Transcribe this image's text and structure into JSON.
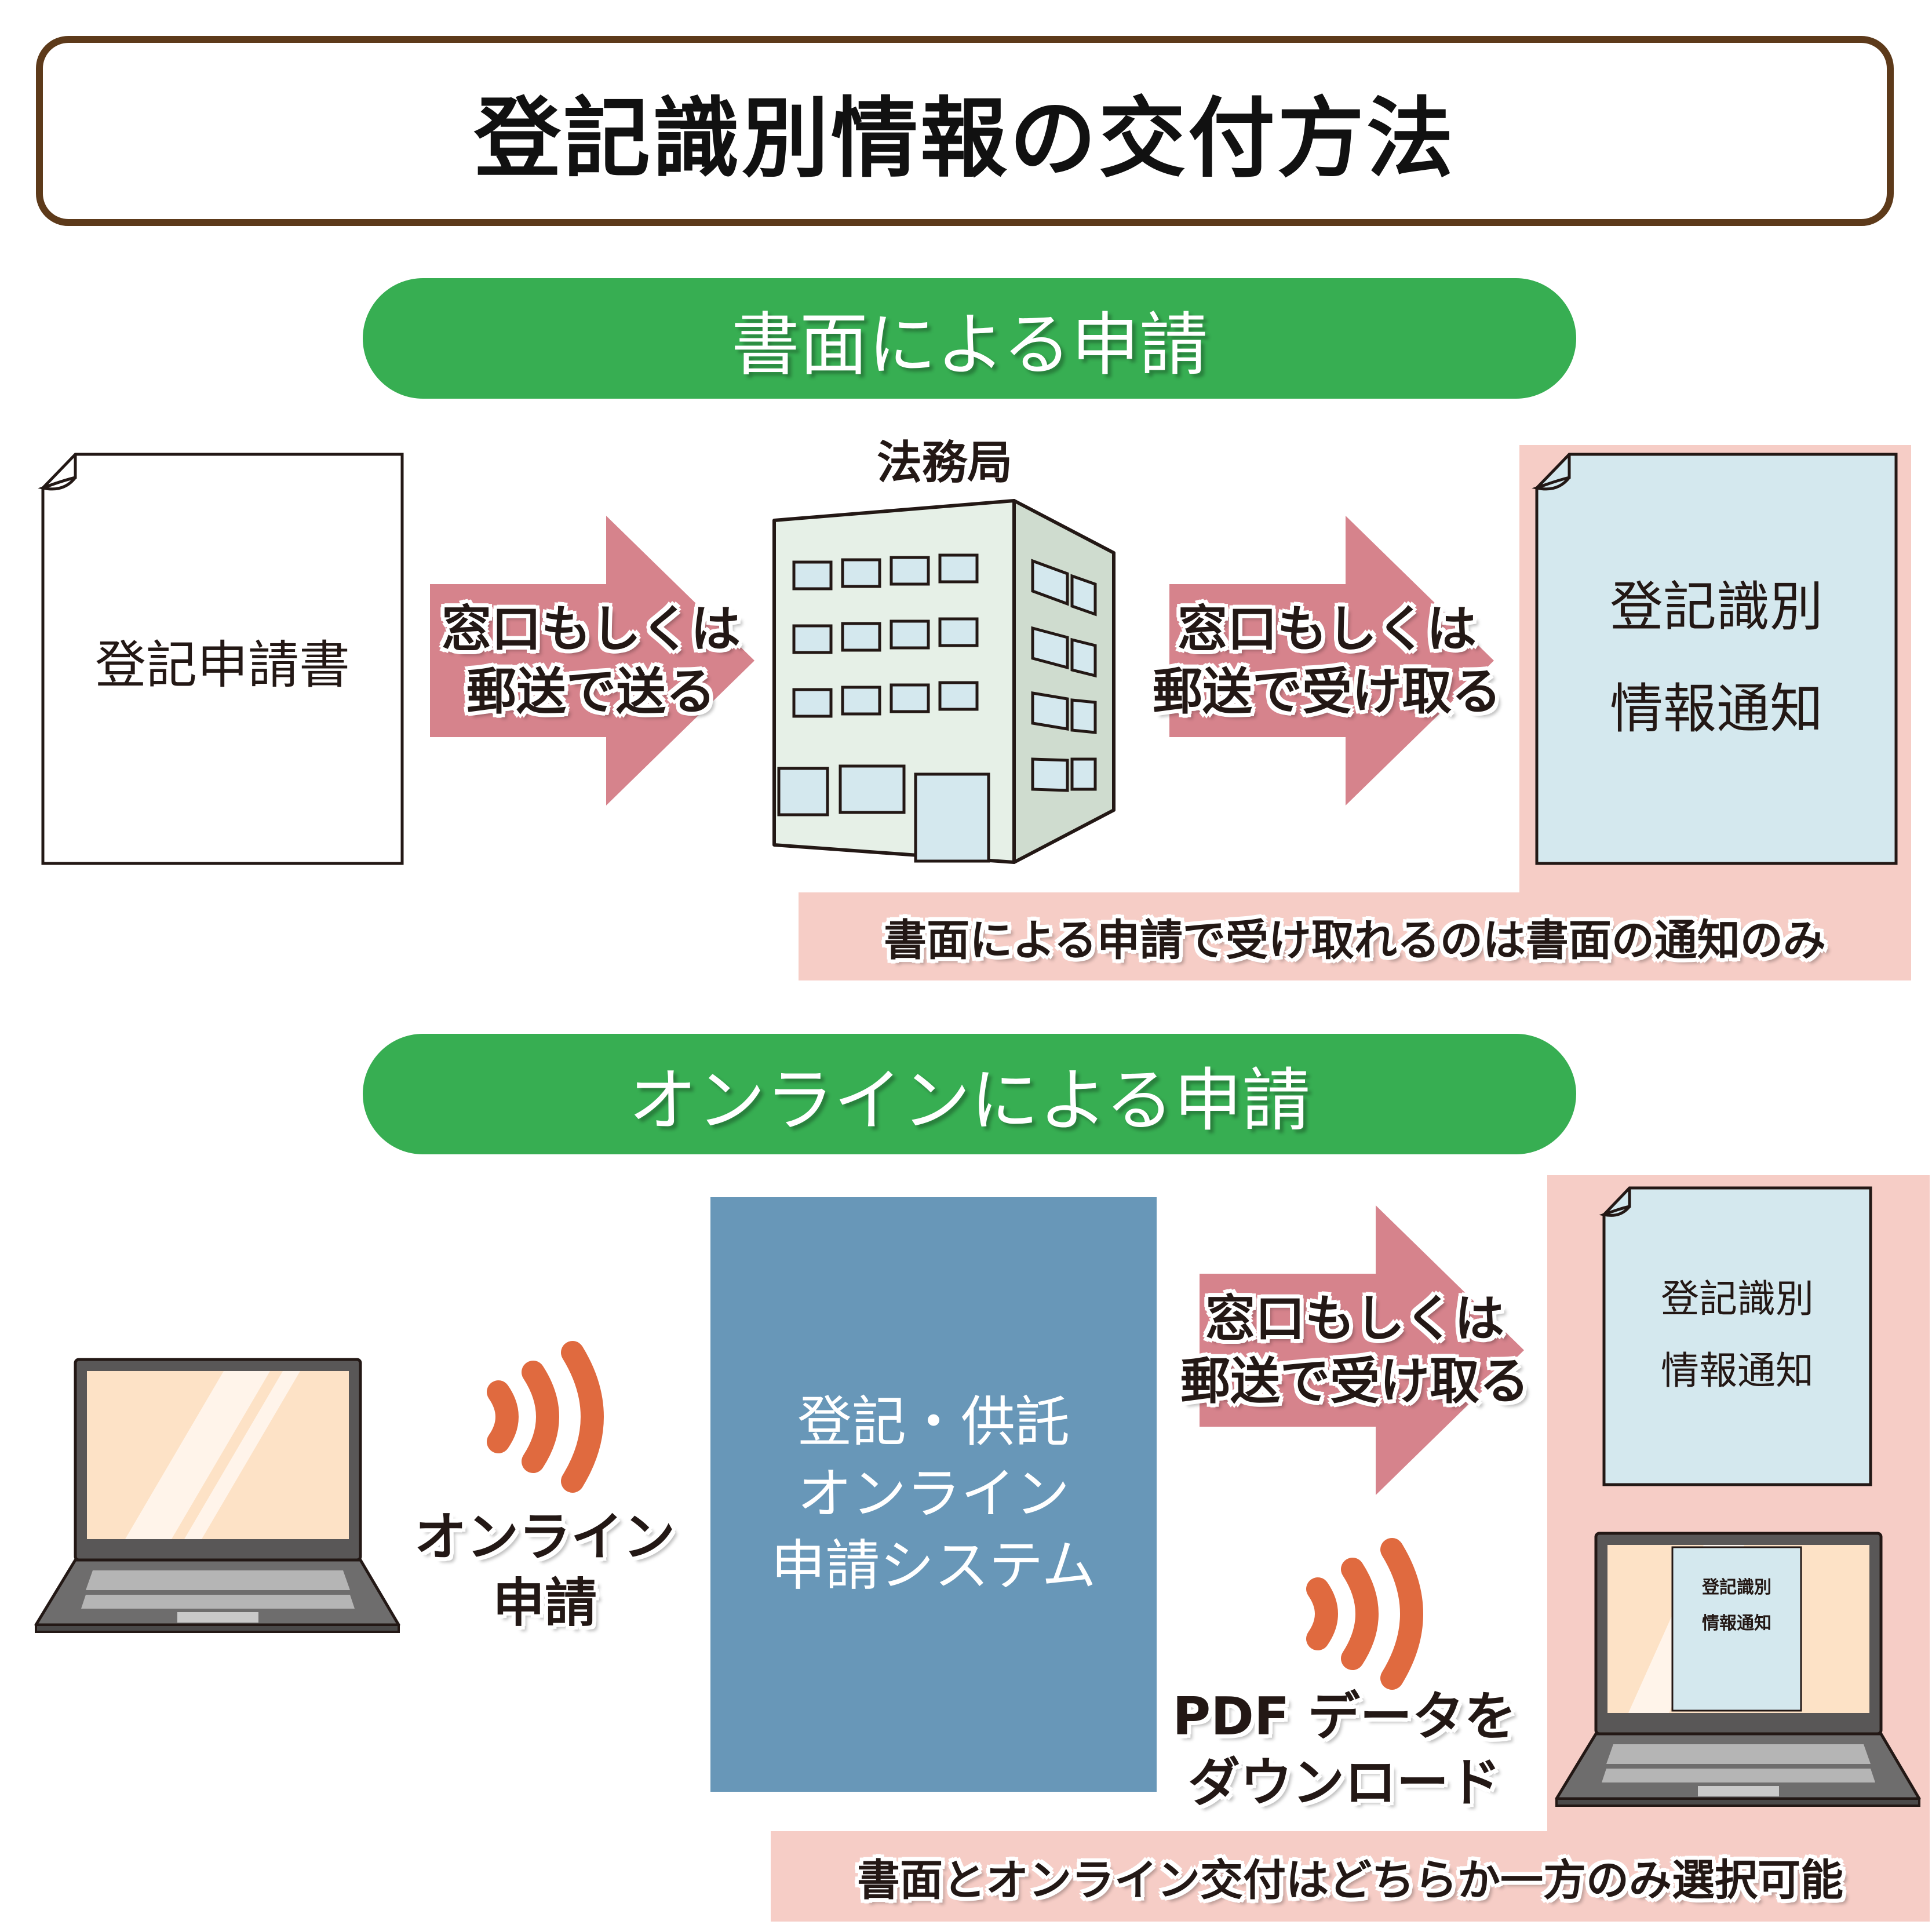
{
  "title": "登記識別情報の交付方法",
  "section_paper": {
    "heading": "書面による申請",
    "application_doc": "登記申請書",
    "arrow_send": [
      "窓口もしくは",
      "郵送で送る"
    ],
    "office": "法務局",
    "arrow_receive": [
      "窓口もしくは",
      "郵送で受け取る"
    ],
    "notice_doc": [
      "登記識別",
      "情報通知"
    ],
    "note": "書面による申請で受け取れるのは書面の通知のみ"
  },
  "section_online": {
    "heading": "オンラインによる申請",
    "online_label": [
      "オンライン",
      "申請"
    ],
    "system": [
      "登記・供託",
      "オンライン",
      "申請システム"
    ],
    "arrow_receive": [
      "窓口もしくは",
      "郵送で受け取る"
    ],
    "notice_doc": [
      "登記識別",
      "情報通知"
    ],
    "download_label": [
      "PDF データを",
      "ダウンロード"
    ],
    "screen_doc": [
      "登記識別",
      "情報通知"
    ],
    "note": "書面とオンライン交付はどちらか一方のみ選択可能"
  },
  "colors": {
    "title_border": "#5d3a1a",
    "section_green": "#37ae52",
    "pink_panel": "#f6cdc6",
    "arrow": "#d6838c",
    "doc_blue": "#d4e8ee",
    "system_blue": "#6897b8",
    "signal_orange": "#e06a3f",
    "laptop_screen": "#fde2c6"
  },
  "icons": [
    "document-icon",
    "building-icon",
    "laptop-icon",
    "signal-icon",
    "arrow-icon"
  ]
}
